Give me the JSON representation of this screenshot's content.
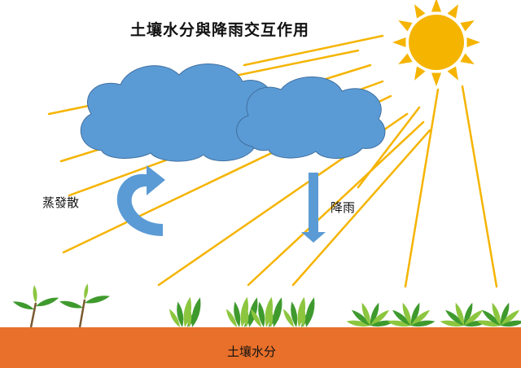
{
  "diagram": {
    "title": "土壤水分與降雨交互作用",
    "evaporation_label": "蒸發散",
    "rainfall_label": "降雨",
    "soil_label": "土壤水分"
  },
  "colors": {
    "sun": "#f5b400",
    "sun_ray": "#f5b400",
    "cloud": "#5b9bd5",
    "cloud_stroke": "#3f6fa0",
    "arrow": "#5b9bd5",
    "soil": "#e8702a",
    "plant": "#3f9a2e",
    "plant_light": "#8cc63f"
  }
}
